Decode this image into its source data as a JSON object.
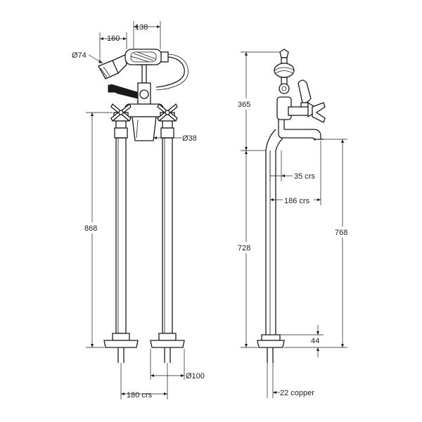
{
  "dimensions": {
    "handset_offset": "138",
    "handset_reach": "160",
    "handset_diameter": "Ø74",
    "shroud_diameter": "Ø38",
    "overall_height_front": "868",
    "pipe_centres": "180 crs",
    "base_diameter": "Ø100",
    "cradle_height": "365",
    "pipe_height": "728",
    "spout_height": "768",
    "spout_offset": "35 crs",
    "spout_reach": "186 crs",
    "base_height": "44",
    "pipe_size": "22 copper"
  }
}
